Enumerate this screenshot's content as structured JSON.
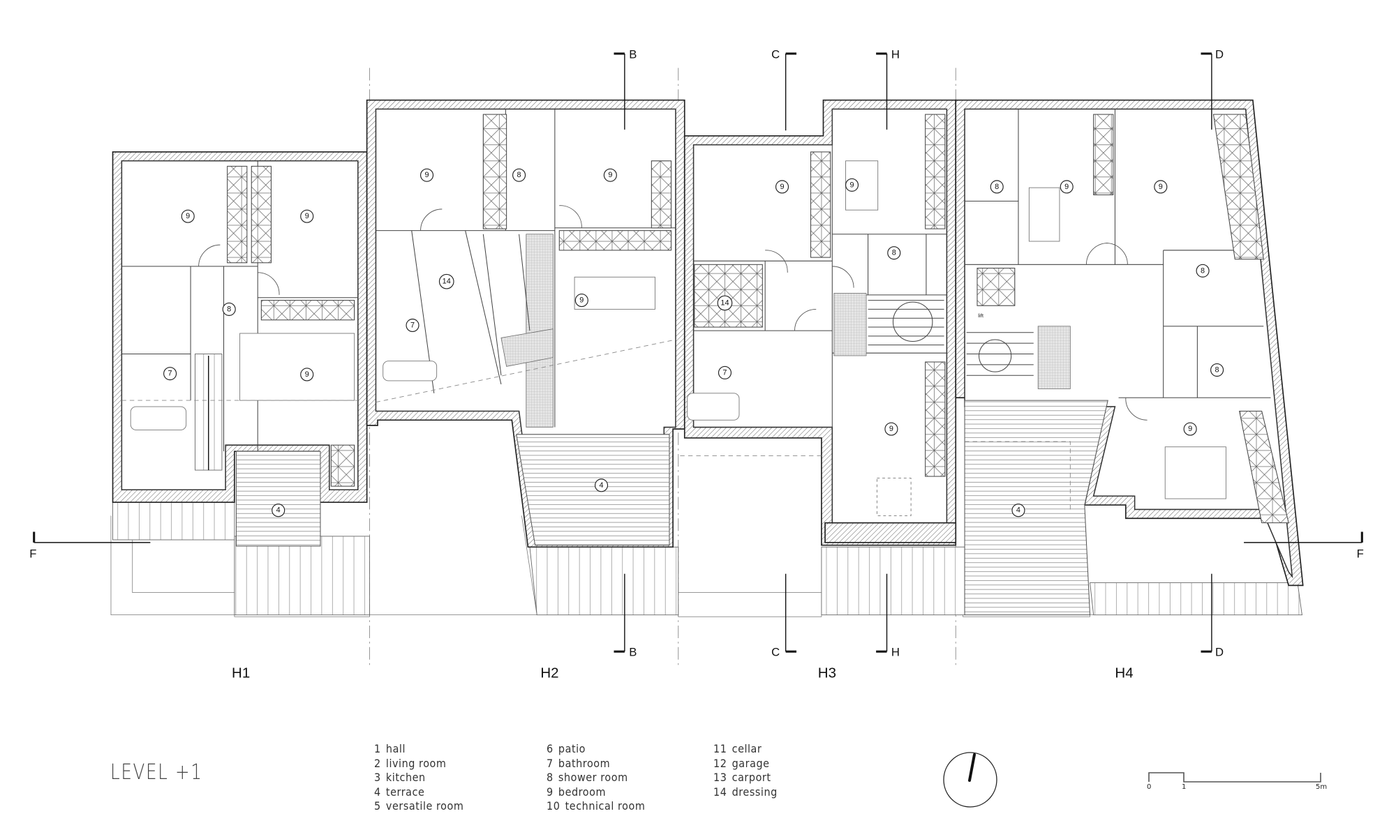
{
  "drawing": {
    "title": "LEVEL +1",
    "type": "architectural floor plan",
    "houses": [
      {
        "id": "H1",
        "label": "H1"
      },
      {
        "id": "H2",
        "label": "H2"
      },
      {
        "id": "H3",
        "label": "H3"
      },
      {
        "id": "H4",
        "label": "H4"
      }
    ],
    "section_markers": [
      {
        "letter": "B",
        "position": "top"
      },
      {
        "letter": "C",
        "position": "top"
      },
      {
        "letter": "H",
        "position": "top"
      },
      {
        "letter": "D",
        "position": "top"
      },
      {
        "letter": "B",
        "position": "bottom"
      },
      {
        "letter": "C",
        "position": "bottom"
      },
      {
        "letter": "H",
        "position": "bottom"
      },
      {
        "letter": "D",
        "position": "bottom"
      },
      {
        "letter": "F",
        "position": "left"
      },
      {
        "letter": "F",
        "position": "right"
      }
    ],
    "room_tags": {
      "H1": [
        "9",
        "9",
        "8",
        "7",
        "9",
        "4"
      ],
      "H2": [
        "9",
        "8",
        "9",
        "14",
        "7",
        "9",
        "4"
      ],
      "H3": [
        "9",
        "9",
        "14",
        "8",
        "7",
        "9"
      ],
      "H4": [
        "8",
        "9",
        "9",
        "8",
        "8",
        "9",
        "4"
      ]
    },
    "misc_labels": {
      "lift": "lift"
    }
  },
  "legend": {
    "columns": [
      [
        {
          "num": "1",
          "label": "hall"
        },
        {
          "num": "2",
          "label": "living room"
        },
        {
          "num": "3",
          "label": "kitchen"
        },
        {
          "num": "4",
          "label": "terrace"
        },
        {
          "num": "5",
          "label": "versatile room"
        }
      ],
      [
        {
          "num": "6",
          "label": "patio"
        },
        {
          "num": "7",
          "label": "bathroom"
        },
        {
          "num": "8",
          "label": "shower room"
        },
        {
          "num": "9",
          "label": "bedroom"
        },
        {
          "num": "10",
          "label": "technical room"
        }
      ],
      [
        {
          "num": "11",
          "label": "cellar"
        },
        {
          "num": "12",
          "label": "garage"
        },
        {
          "num": "13",
          "label": "carport"
        },
        {
          "num": "14",
          "label": "dressing"
        }
      ]
    ]
  },
  "north_arrow": {
    "icon": "north-arrow-icon"
  },
  "scale_bar": {
    "ticks": [
      "0",
      "1",
      "5m"
    ]
  },
  "colors": {
    "line": "#222222",
    "background": "#ffffff",
    "hatch": "#555555"
  }
}
